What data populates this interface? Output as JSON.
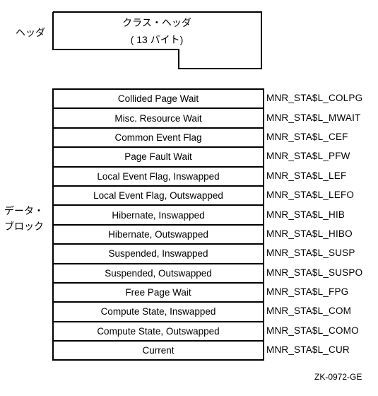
{
  "labels": {
    "header": "ヘッダ",
    "data_line1": "データ・",
    "data_line2": "ブロック"
  },
  "header_box": {
    "title": "クラス・ヘッダ",
    "subtitle": "( 13 バイト)"
  },
  "rows": [
    {
      "state": "Collided Page Wait",
      "code": "MNR_STA$L_COLPG"
    },
    {
      "state": "Misc. Resource Wait",
      "code": "MNR_STA$L_MWAIT"
    },
    {
      "state": "Common Event Flag",
      "code": "MNR_STA$L_CEF"
    },
    {
      "state": "Page Fault Wait",
      "code": "MNR_STA$L_PFW"
    },
    {
      "state": "Local Event Flag, Inswapped",
      "code": "MNR_STA$L_LEF"
    },
    {
      "state": "Local Event Flag, Outswapped",
      "code": "MNR_STA$L_LEFO"
    },
    {
      "state": "Hibernate, Inswapped",
      "code": "MNR_STA$L_HIB"
    },
    {
      "state": "Hibernate, Outswapped",
      "code": "MNR_STA$L_HIBO"
    },
    {
      "state": "Suspended, Inswapped",
      "code": "MNR_STA$L_SUSP"
    },
    {
      "state": "Suspended, Outswapped",
      "code": "MNR_STA$L_SUSPO"
    },
    {
      "state": "Free Page Wait",
      "code": "MNR_STA$L_FPG"
    },
    {
      "state": "Compute State, Inswapped",
      "code": "MNR_STA$L_COM"
    },
    {
      "state": "Compute State, Outswapped",
      "code": "MNR_STA$L_COMO"
    },
    {
      "state": "Current",
      "code": "MNR_STA$L_CUR"
    }
  ],
  "figure_id": "ZK-0972-GE"
}
